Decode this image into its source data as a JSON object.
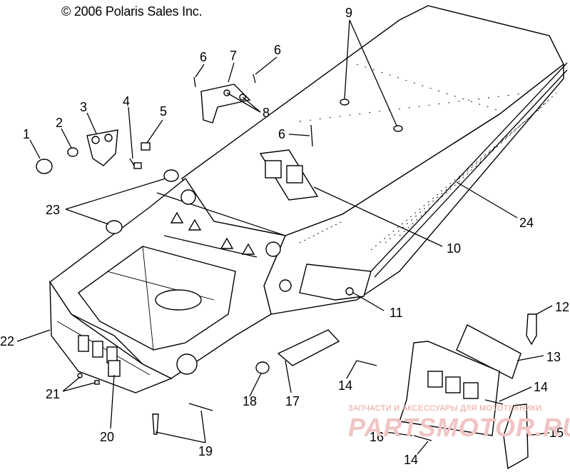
{
  "copyright": "© 2006 Polaris Sales Inc.",
  "watermark": {
    "line1": "ЗАПЧАСТИ И АКСЕССУАРЫ ДЛЯ МОТОТЕХНИКИ",
    "line2": "PARTSMOTOR.RU"
  },
  "callouts": [
    {
      "id": "c1",
      "label": "1"
    },
    {
      "id": "c2",
      "label": "2"
    },
    {
      "id": "c3",
      "label": "3"
    },
    {
      "id": "c4",
      "label": "4"
    },
    {
      "id": "c5",
      "label": "5"
    },
    {
      "id": "c6a",
      "label": "6"
    },
    {
      "id": "c7",
      "label": "7"
    },
    {
      "id": "c6b",
      "label": "6"
    },
    {
      "id": "c8",
      "label": "8"
    },
    {
      "id": "c9",
      "label": "9"
    },
    {
      "id": "c6c",
      "label": "6"
    },
    {
      "id": "c23",
      "label": "23"
    },
    {
      "id": "c24",
      "label": "24"
    },
    {
      "id": "c10",
      "label": "10"
    },
    {
      "id": "c11",
      "label": "11"
    },
    {
      "id": "c12",
      "label": "12"
    },
    {
      "id": "c22",
      "label": "22"
    },
    {
      "id": "c13",
      "label": "13"
    },
    {
      "id": "c21",
      "label": "21"
    },
    {
      "id": "c14a",
      "label": "14"
    },
    {
      "id": "c14b",
      "label": "14"
    },
    {
      "id": "c18",
      "label": "18"
    },
    {
      "id": "c17",
      "label": "17"
    },
    {
      "id": "c20",
      "label": "20"
    },
    {
      "id": "c16",
      "label": "16"
    },
    {
      "id": "c15",
      "label": "15"
    },
    {
      "id": "c19",
      "label": "19"
    },
    {
      "id": "c14c",
      "label": "14"
    }
  ]
}
